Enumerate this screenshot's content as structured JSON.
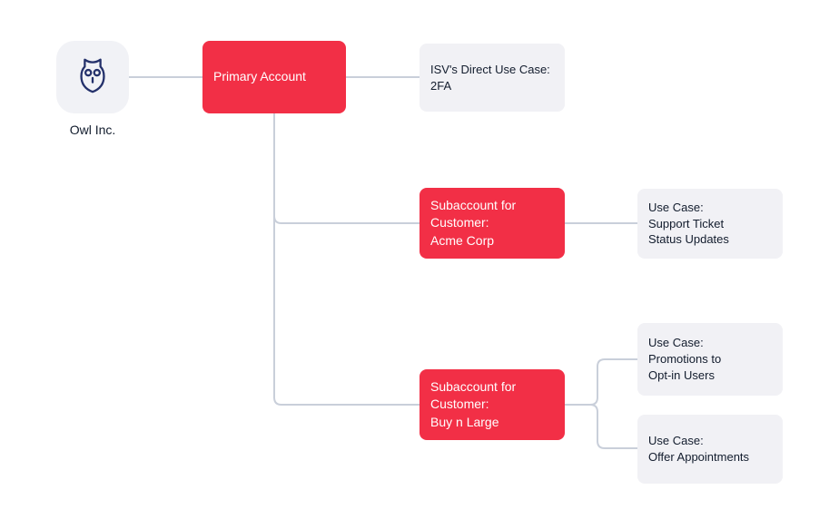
{
  "company": {
    "name": "Owl Inc.",
    "icon": "owl-icon"
  },
  "nodes": {
    "primary_account": {
      "label": "Primary Account"
    },
    "primary_use_case": {
      "label": "ISV's Direct Use Case:\n2FA"
    },
    "subaccount_1": {
      "label": "Subaccount for\nCustomer:\nAcme Corp"
    },
    "subaccount_1_use_case": {
      "label": "Use Case:\nSupport Ticket\nStatus Updates"
    },
    "subaccount_2": {
      "label": "Subaccount for\nCustomer:\nBuy n Large"
    },
    "subaccount_2_use_case_1": {
      "label": "Use Case:\nPromotions to\nOpt-in Users"
    },
    "subaccount_2_use_case_2": {
      "label": "Use Case:\nOffer Appointments"
    }
  },
  "colors": {
    "accent": "#F22F46",
    "node_background": "#F1F1F5",
    "connector": "#C9CFDA",
    "text_dark": "#121C2D",
    "owl_icon": "#24316B"
  }
}
